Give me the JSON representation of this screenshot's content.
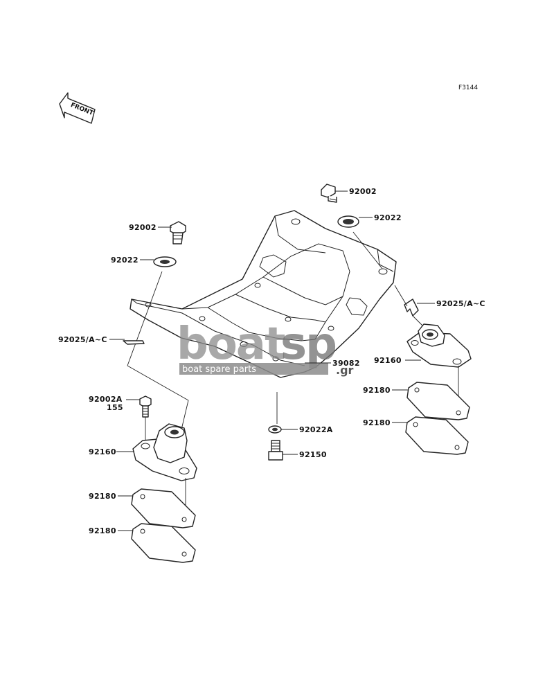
{
  "figure_code": "F3144",
  "front_label": "FRONT",
  "watermark": {
    "brand_left": "boat",
    "brand_right": "sp",
    "suffix": ".gr",
    "tagline": "boat spare parts"
  },
  "callouts": {
    "bolt_top_right": "92002",
    "washer_top_right": "92022",
    "shim_right": "92025/A~C",
    "mount_right": "92160",
    "shim_plate_right_1": "92180",
    "shim_plate_right_2": "92180",
    "bed": "39082",
    "washer_center": "92022A",
    "bolt_center": "92150",
    "bolt_top_left": "92002",
    "washer_top_left": "92022",
    "shim_left": "92025/A~C",
    "bolt_left_mount": "92002A",
    "bolt_left_mount_size": "155",
    "mount_left": "92160",
    "shim_plate_left_1": "92180",
    "shim_plate_left_2": "92180"
  }
}
